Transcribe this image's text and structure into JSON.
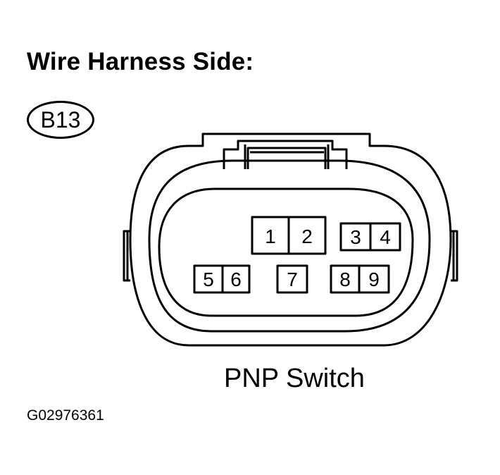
{
  "title": "Wire Harness Side:",
  "connector_code": "B13",
  "caption": "PNP Switch",
  "figure_id": "G02976361",
  "terminals": [
    "1",
    "2",
    "3",
    "4",
    "5",
    "6",
    "7",
    "8",
    "9"
  ]
}
